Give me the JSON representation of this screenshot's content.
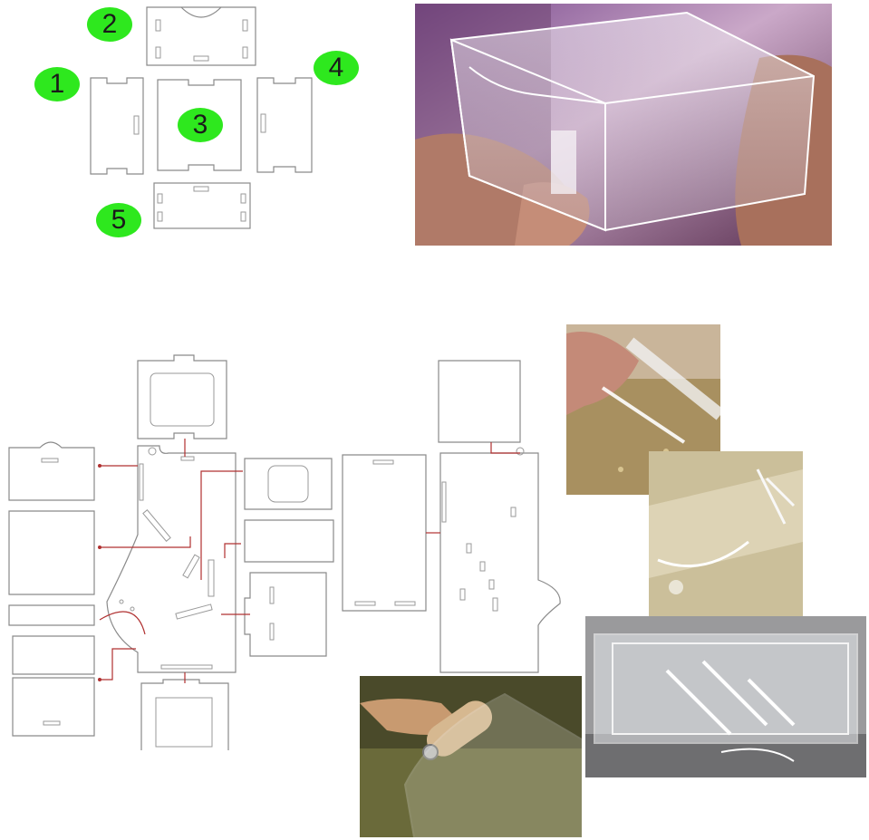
{
  "top_diagram": {
    "labels": [
      "1",
      "2",
      "3",
      "4",
      "5"
    ],
    "badge_color": "#2ee81e"
  },
  "photos": {
    "top_right": "assembled-acrylic-box-photo",
    "detail_1": "clip-joint-closeup-photo",
    "detail_2": "side-panel-closeup-photo",
    "detail_3": "assembled-maze-box-photo",
    "detail_4": "wooden-roller-attachment-photo"
  },
  "connector_color": "#b03030"
}
